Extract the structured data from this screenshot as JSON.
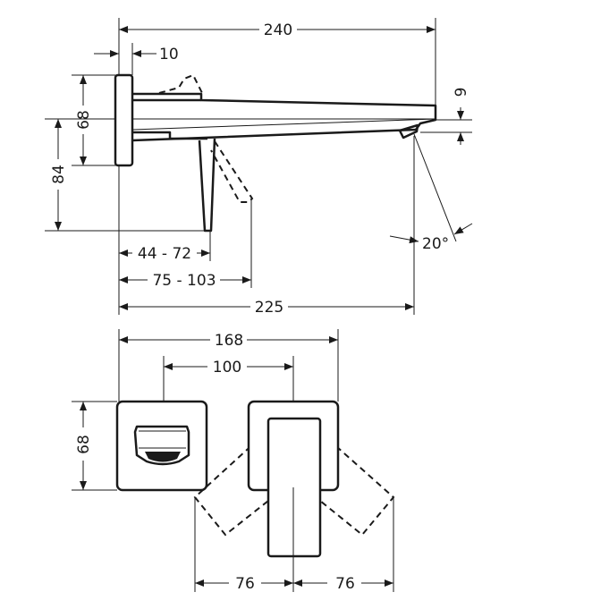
{
  "title": "Wall-mounted basin mixer dimension drawing",
  "side_view": {
    "overall_length": "240",
    "plate_depth": "10",
    "plate_height": "68",
    "lever_height": "84",
    "spout_drop": "9",
    "spout_angle": "20°",
    "wall_range_1": "44 - 72",
    "wall_range_2": "75 - 103",
    "projection": "225"
  },
  "front_view": {
    "overall_width": "168",
    "centers": "100",
    "plate_height": "68",
    "left_swing": "76",
    "right_swing": "76"
  },
  "colors": {
    "line": "#1a1a1a",
    "background": "#ffffff"
  }
}
